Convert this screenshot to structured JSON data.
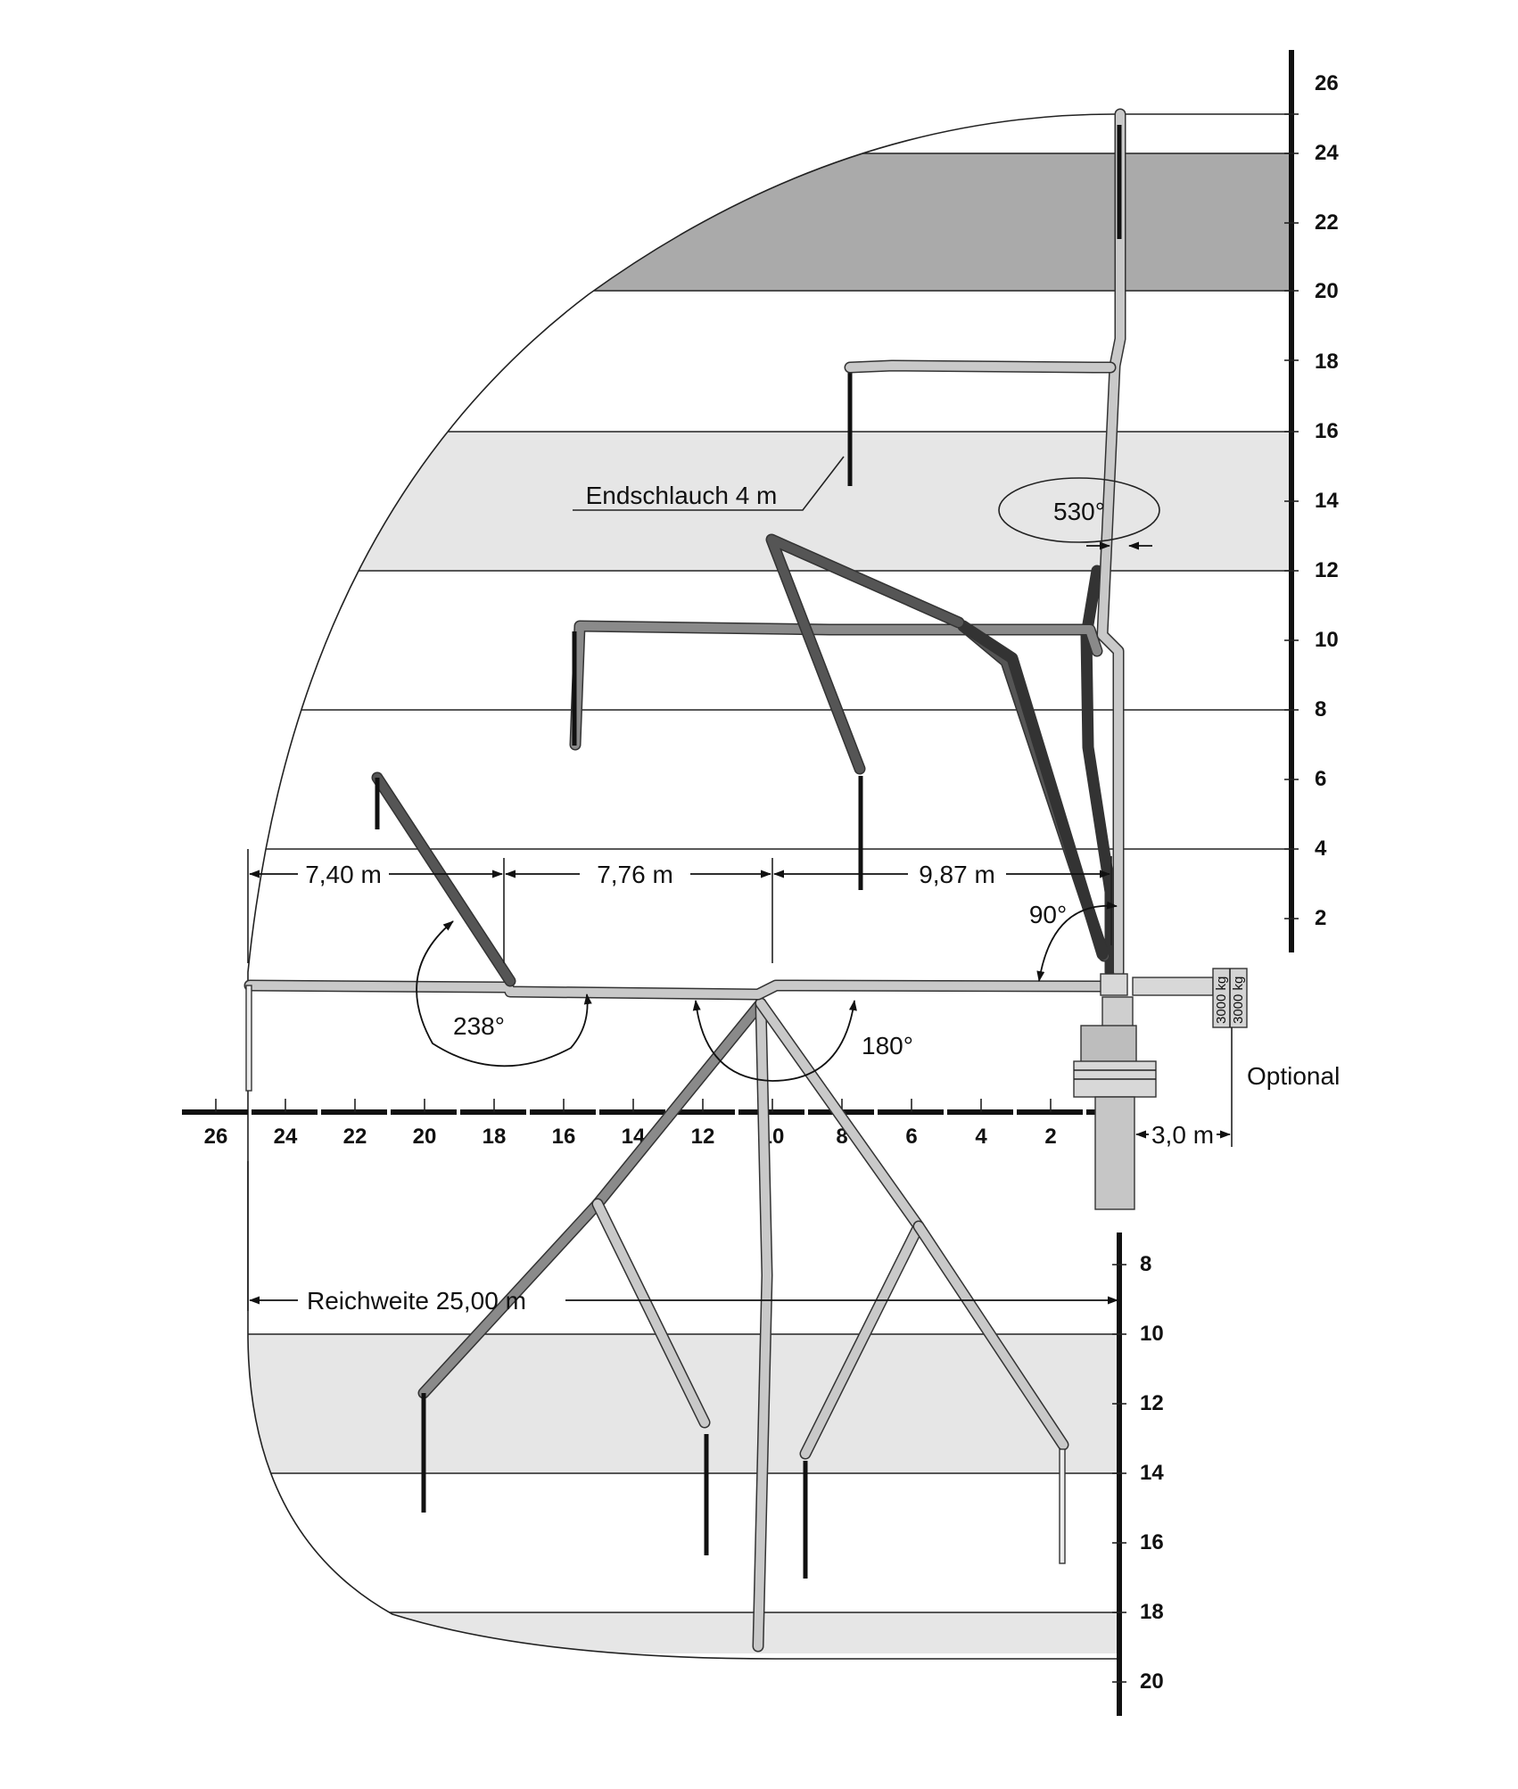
{
  "axes": {
    "height_scale_upper": [
      "26",
      "24",
      "22",
      "20",
      "18",
      "16",
      "14",
      "12",
      "10",
      "8",
      "6",
      "4",
      "2"
    ],
    "reach_scale": [
      "26",
      "24",
      "22",
      "20",
      "18",
      "16",
      "14",
      "12",
      "10",
      "8",
      "6",
      "4",
      "2"
    ],
    "depth_scale": [
      "8",
      "10",
      "12",
      "14",
      "16",
      "18",
      "20"
    ]
  },
  "dimensions": {
    "section_1": "7,40 m",
    "section_2": "7,76 m",
    "section_3": "9,87 m",
    "reach": "Reichweite 25,00 m",
    "outrigger_width": "3,0 m"
  },
  "angles": {
    "slewing": "530°",
    "arm_1": "90°",
    "arm_2": "180°",
    "arm_3": "238°"
  },
  "labels": {
    "end_hose": "Endschlauch 4 m",
    "optional": "Optional",
    "counterweight_1": "3000 kg",
    "counterweight_2": "3000 kg"
  },
  "colors": {
    "band_dark": "#aaaaaa",
    "band_light": "#e6e6e6",
    "boom_dark": "#555555",
    "boom_mid": "#8a8a8a",
    "boom_light": "#c9c9c9"
  }
}
